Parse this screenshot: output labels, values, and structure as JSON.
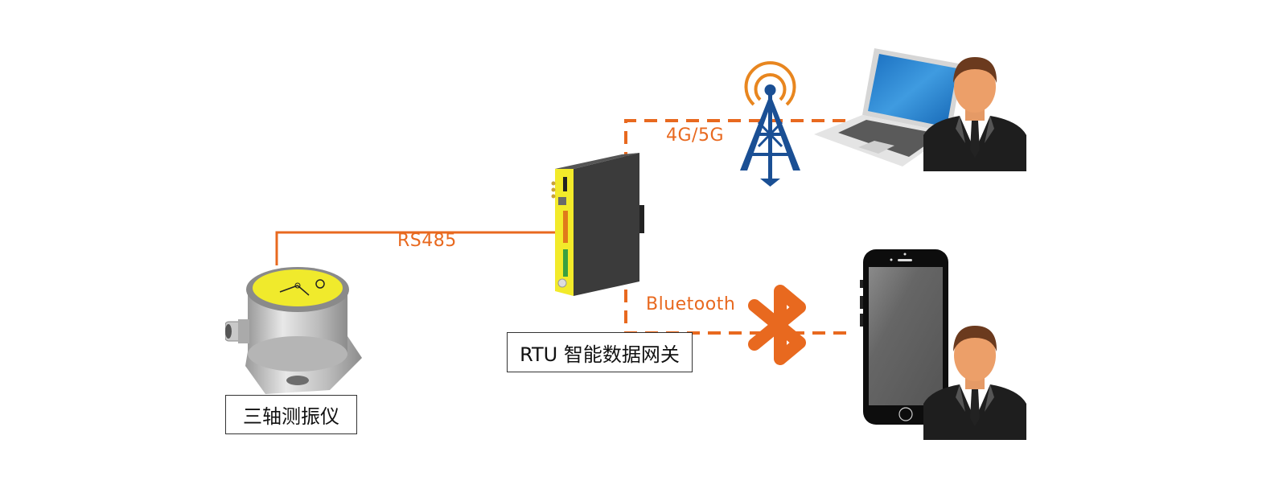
{
  "colors": {
    "accent": "#e8691f",
    "tower": "#1a4f94",
    "device_dark": "#3a3a3a",
    "device_yellow": "#f2ea2a",
    "label_border": "#333333"
  },
  "nodes": {
    "sensor": {
      "label": "三轴测振仪",
      "icon": "vibration-sensor"
    },
    "gateway": {
      "label": "RTU 智能数据网关",
      "icon": "rtu-gateway"
    },
    "cell_tower": {
      "icon": "cell-tower"
    },
    "laptop_user": {
      "icons": [
        "laptop",
        "user"
      ]
    },
    "bluetooth": {
      "icon": "bluetooth"
    },
    "phone_user": {
      "icons": [
        "smartphone",
        "user"
      ]
    }
  },
  "connections": {
    "rs485": {
      "label": "RS485",
      "style": "solid"
    },
    "cellular": {
      "label": "4G/5G",
      "style": "dashed"
    },
    "bluetooth": {
      "label": "Bluetooth",
      "style": "dashed"
    }
  }
}
